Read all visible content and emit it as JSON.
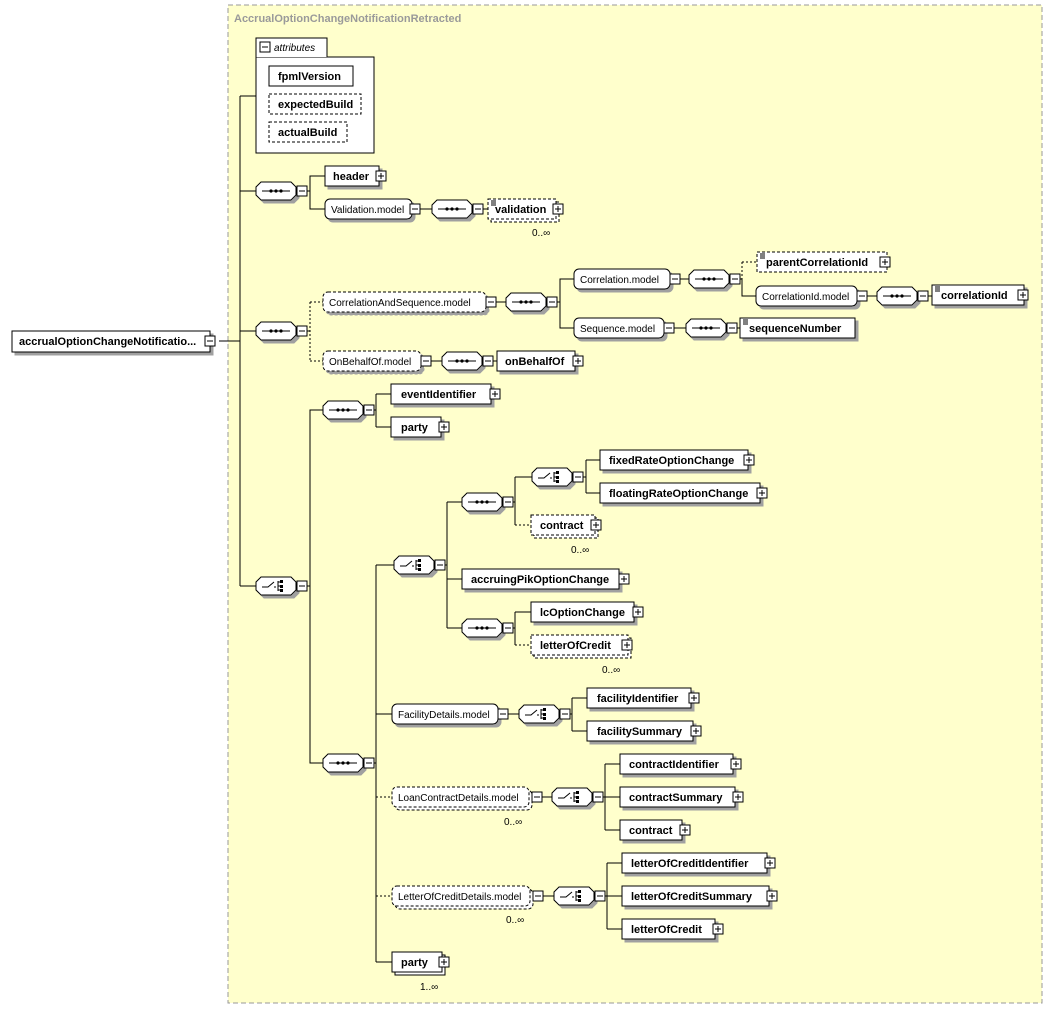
{
  "root": {
    "name": "accrualOptionChangeNotificatio..."
  },
  "type_name": "AccrualOptionChangeNotificationRetracted",
  "attributes": {
    "label": "attributes",
    "items": [
      "fpmlVersion",
      "expectedBuild",
      "actualBuild"
    ]
  },
  "group1": {
    "header": "header",
    "validation_model": "Validation.model",
    "validation": "validation",
    "validation_occurs": "0..∞"
  },
  "group2": {
    "correlation_and_sequence_model": "CorrelationAndSequence.model",
    "correlation_model": "Correlation.model",
    "parent_correlation_id": "parentCorrelationId",
    "correlation_id_model": "CorrelationId.model",
    "correlation_id": "correlationId",
    "sequence_model": "Sequence.model",
    "sequence_number": "sequenceNumber",
    "on_behalf_of_model": "OnBehalfOf.model",
    "on_behalf_of": "onBehalfOf"
  },
  "group3": {
    "event_identifier": "eventIdentifier",
    "party": "party",
    "fixed_rate_option_change": "fixedRateOptionChange",
    "floating_rate_option_change": "floatingRateOptionChange",
    "contract": "contract",
    "contract_occurs": "0..∞",
    "accruing_pik_option_change": "accruingPikOptionChange",
    "lc_option_change": "lcOptionChange",
    "letter_of_credit": "letterOfCredit",
    "letter_of_credit_occurs": "0..∞",
    "facility_details_model": "FacilityDetails.model",
    "facility_identifier": "facilityIdentifier",
    "facility_summary": "facilitySummary",
    "loan_contract_details_model": "LoanContractDetails.model",
    "loan_contract_details_occurs": "0..∞",
    "contract_identifier": "contractIdentifier",
    "contract_summary": "contractSummary",
    "contract2": "contract",
    "letter_of_credit_details_model": "LetterOfCreditDetails.model",
    "letter_of_credit_details_occurs": "0..∞",
    "letter_of_credit_identifier": "letterOfCreditIdentifier",
    "letter_of_credit_summary": "letterOfCreditSummary",
    "letter_of_credit2": "letterOfCredit",
    "party2": "party",
    "party2_occurs": "1..∞"
  },
  "colors": {
    "type_background": "#ffffcc",
    "type_border": "#999999",
    "box_fill": "#ffffff",
    "line": "#000000"
  }
}
